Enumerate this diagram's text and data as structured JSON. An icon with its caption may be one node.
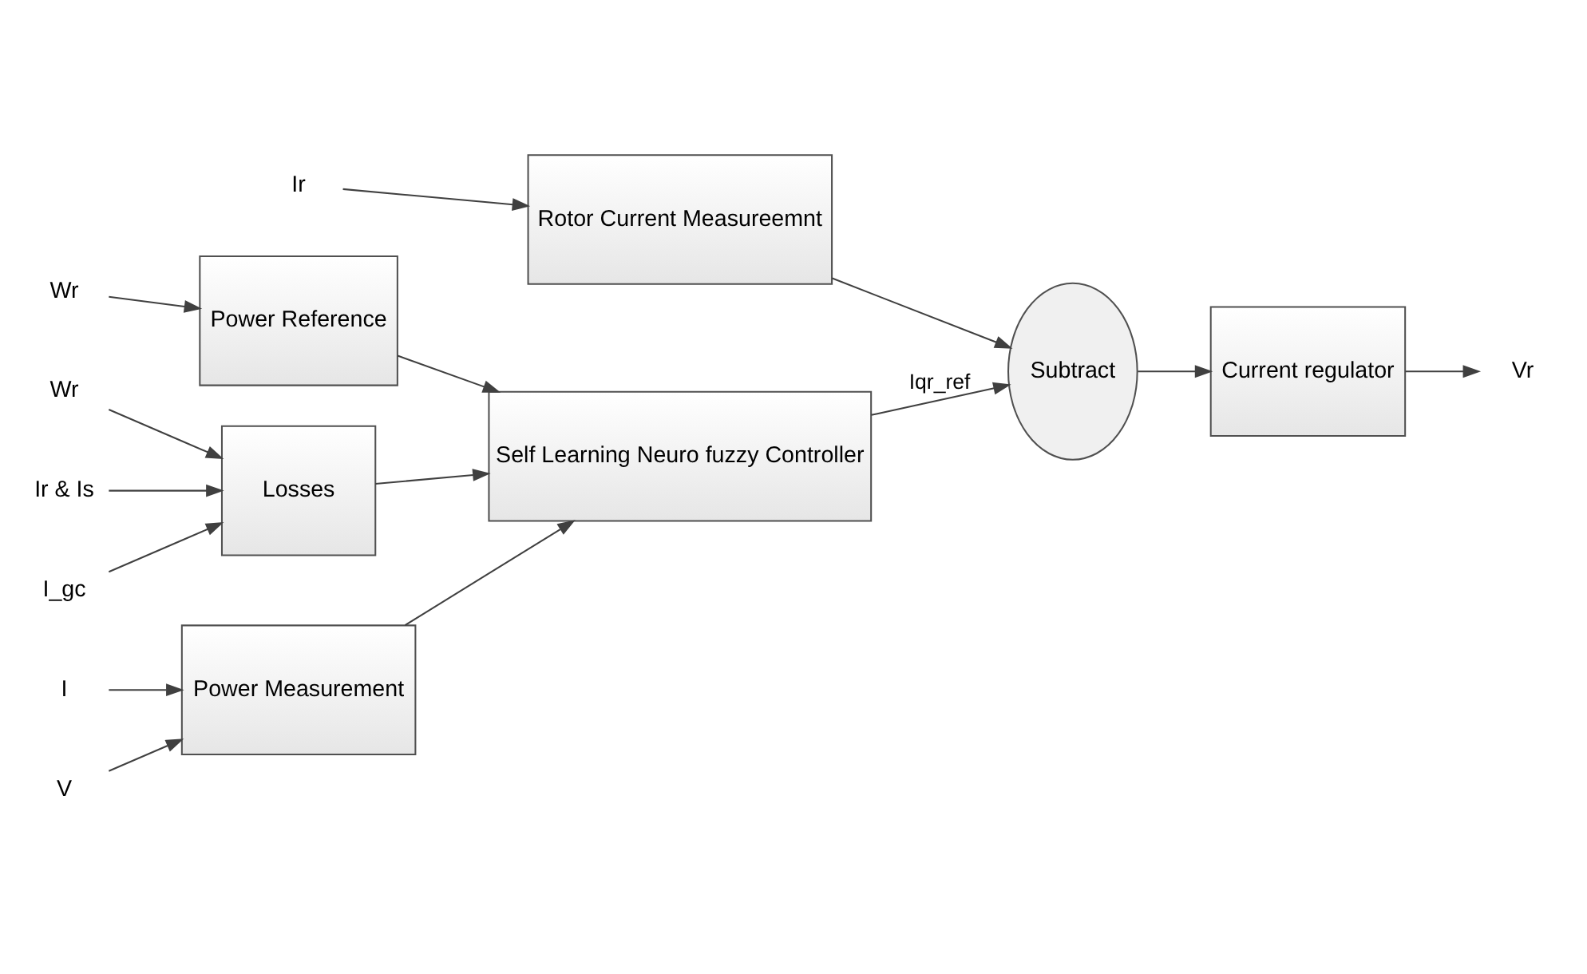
{
  "diagram": {
    "nodes": [
      {
        "text": [
          "Wr"
        ]
      },
      {
        "text": [
          "Power Reference"
        ]
      },
      {
        "text": [
          "V"
        ]
      },
      {
        "text": [
          "I"
        ]
      },
      {
        "text": [
          "Power Measurement"
        ]
      },
      {
        "text": [
          "Wr"
        ]
      },
      {
        "text": [
          "Ir & Is"
        ]
      },
      {
        "text": [
          "I_gc"
        ]
      },
      {
        "text": [
          "Losses"
        ]
      },
      {
        "text": [
          "Self Learning Neuro fuzzy Controller"
        ]
      },
      {
        "text": [
          "Subtract"
        ]
      },
      {
        "text": [
          "Current regulator"
        ]
      },
      {
        "text": [
          "Vr"
        ]
      },
      {
        "text": [
          "Ir"
        ]
      },
      {
        "text": [
          "Rotor Current Measureemnt"
        ]
      }
    ],
    "edges": [
      {
        "from": 0,
        "to": 1,
        "arrow": "to"
      },
      {
        "from": 1,
        "to": 9,
        "arrow": "to"
      },
      {
        "from": 2,
        "to": 4,
        "arrow": "to"
      },
      {
        "from": 3,
        "to": 4,
        "arrow": "to"
      },
      {
        "from": 4,
        "to": 9,
        "arrow": "to"
      },
      {
        "from": 5,
        "to": 8,
        "arrow": "to"
      },
      {
        "from": 6,
        "to": 8,
        "arrow": "to"
      },
      {
        "from": 7,
        "to": 8,
        "arrow": "to"
      },
      {
        "from": 8,
        "to": 9,
        "arrow": "to"
      },
      {
        "from": 9,
        "to": 10,
        "arrow": "to",
        "label": "Iqr_ref"
      },
      {
        "from": 10,
        "to": 11,
        "arrow": "to"
      },
      {
        "from": 11,
        "to": 12,
        "arrow": "to"
      },
      {
        "from": 13,
        "to": 14,
        "arrow": "to"
      },
      {
        "from": 14,
        "to": 10,
        "arrow": "to"
      }
    ]
  }
}
